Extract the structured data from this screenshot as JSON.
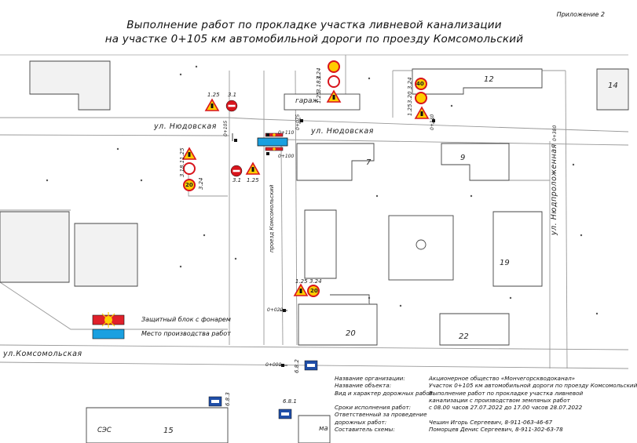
{
  "header": {
    "appendix": "Приложение 2",
    "title_line1": "Выполнение работ по прокладке участка ливневой канализации",
    "title_line2": "на участке 0+105 км автомобильной дороги по проезду Комсомольский"
  },
  "streets": {
    "niudovskaya_left": "ул. Нюдовская",
    "niudovskaya_right": "ул. Нюдовская",
    "komsomolskaya": "ул.Комсомольская",
    "komsomolsky_lane": "проезд Комсомольский",
    "niudprolozhennaya": "ул. Нюдпроложенная"
  },
  "buildings": {
    "b12": "12",
    "b14": "14",
    "b7": "7",
    "b9": "9",
    "b19": "19",
    "b20": "20",
    "b22": "22",
    "b15": "15",
    "garage": "гараж",
    "ses": "СЭС",
    "ma": "ма"
  },
  "chainage": {
    "k105": "0+105",
    "k110": "0+110",
    "k100": "0+100",
    "k020": "0+020",
    "k000": "0+000",
    "k075": "0+075",
    "k130": "0+130",
    "k380": "0+380"
  },
  "sign_codes": {
    "s125a": "1.25",
    "s31a": "3.1",
    "s324b": "3.24",
    "s318b": "3.18.1",
    "s125b": "1.25",
    "s324c": "3.24",
    "s320c": "3.20",
    "s125c": "1.25",
    "s125d": "1.25",
    "s3181d": "3.18.1",
    "s324d": "3.24",
    "s31e": "3.1",
    "s125e": "1.25",
    "s125f": "1.25",
    "s324f": "3.24",
    "s682a": "6.8.2",
    "s683": "6.8.3",
    "s681": "6.8.1",
    "speed40": "40",
    "speed20a": "20",
    "speed20b": "20"
  },
  "legend": {
    "protective_block": "Защитный блок с фонарем",
    "work_zone": "Место производства работ"
  },
  "info": {
    "labels": [
      "Название организации:",
      "Название объекта:",
      "Вид и характер дорожных работ:",
      "",
      "Сроки исполнения работ:",
      "Ответственный за проведение",
      "дорожных работ:",
      "Составитель схемы:"
    ],
    "values": [
      "Акционерное общество «Мончегорскводоканал»",
      "Участок 0+105 км автомобильной дороги по проезду Комсомольский",
      "Выполнение работ по прокладке участка ливневой",
      "канализации с производством земляных работ",
      "с 08.00 часов 27.07.2022 до 17.00 часов 28.07.2022",
      "",
      "Чешин Игорь Сергеевич, 8-911-063-46-67",
      "Поморцев Денис Сергеевич, 8-911-302-63-78"
    ]
  },
  "colors": {
    "work_zone": "#1aa0e0",
    "block_red": "#e0202a",
    "block_yellow": "#ffd000",
    "sign_red": "#d8141c",
    "sign_yellow": "#ffcc00",
    "sign_blue": "#1f4ea8"
  }
}
